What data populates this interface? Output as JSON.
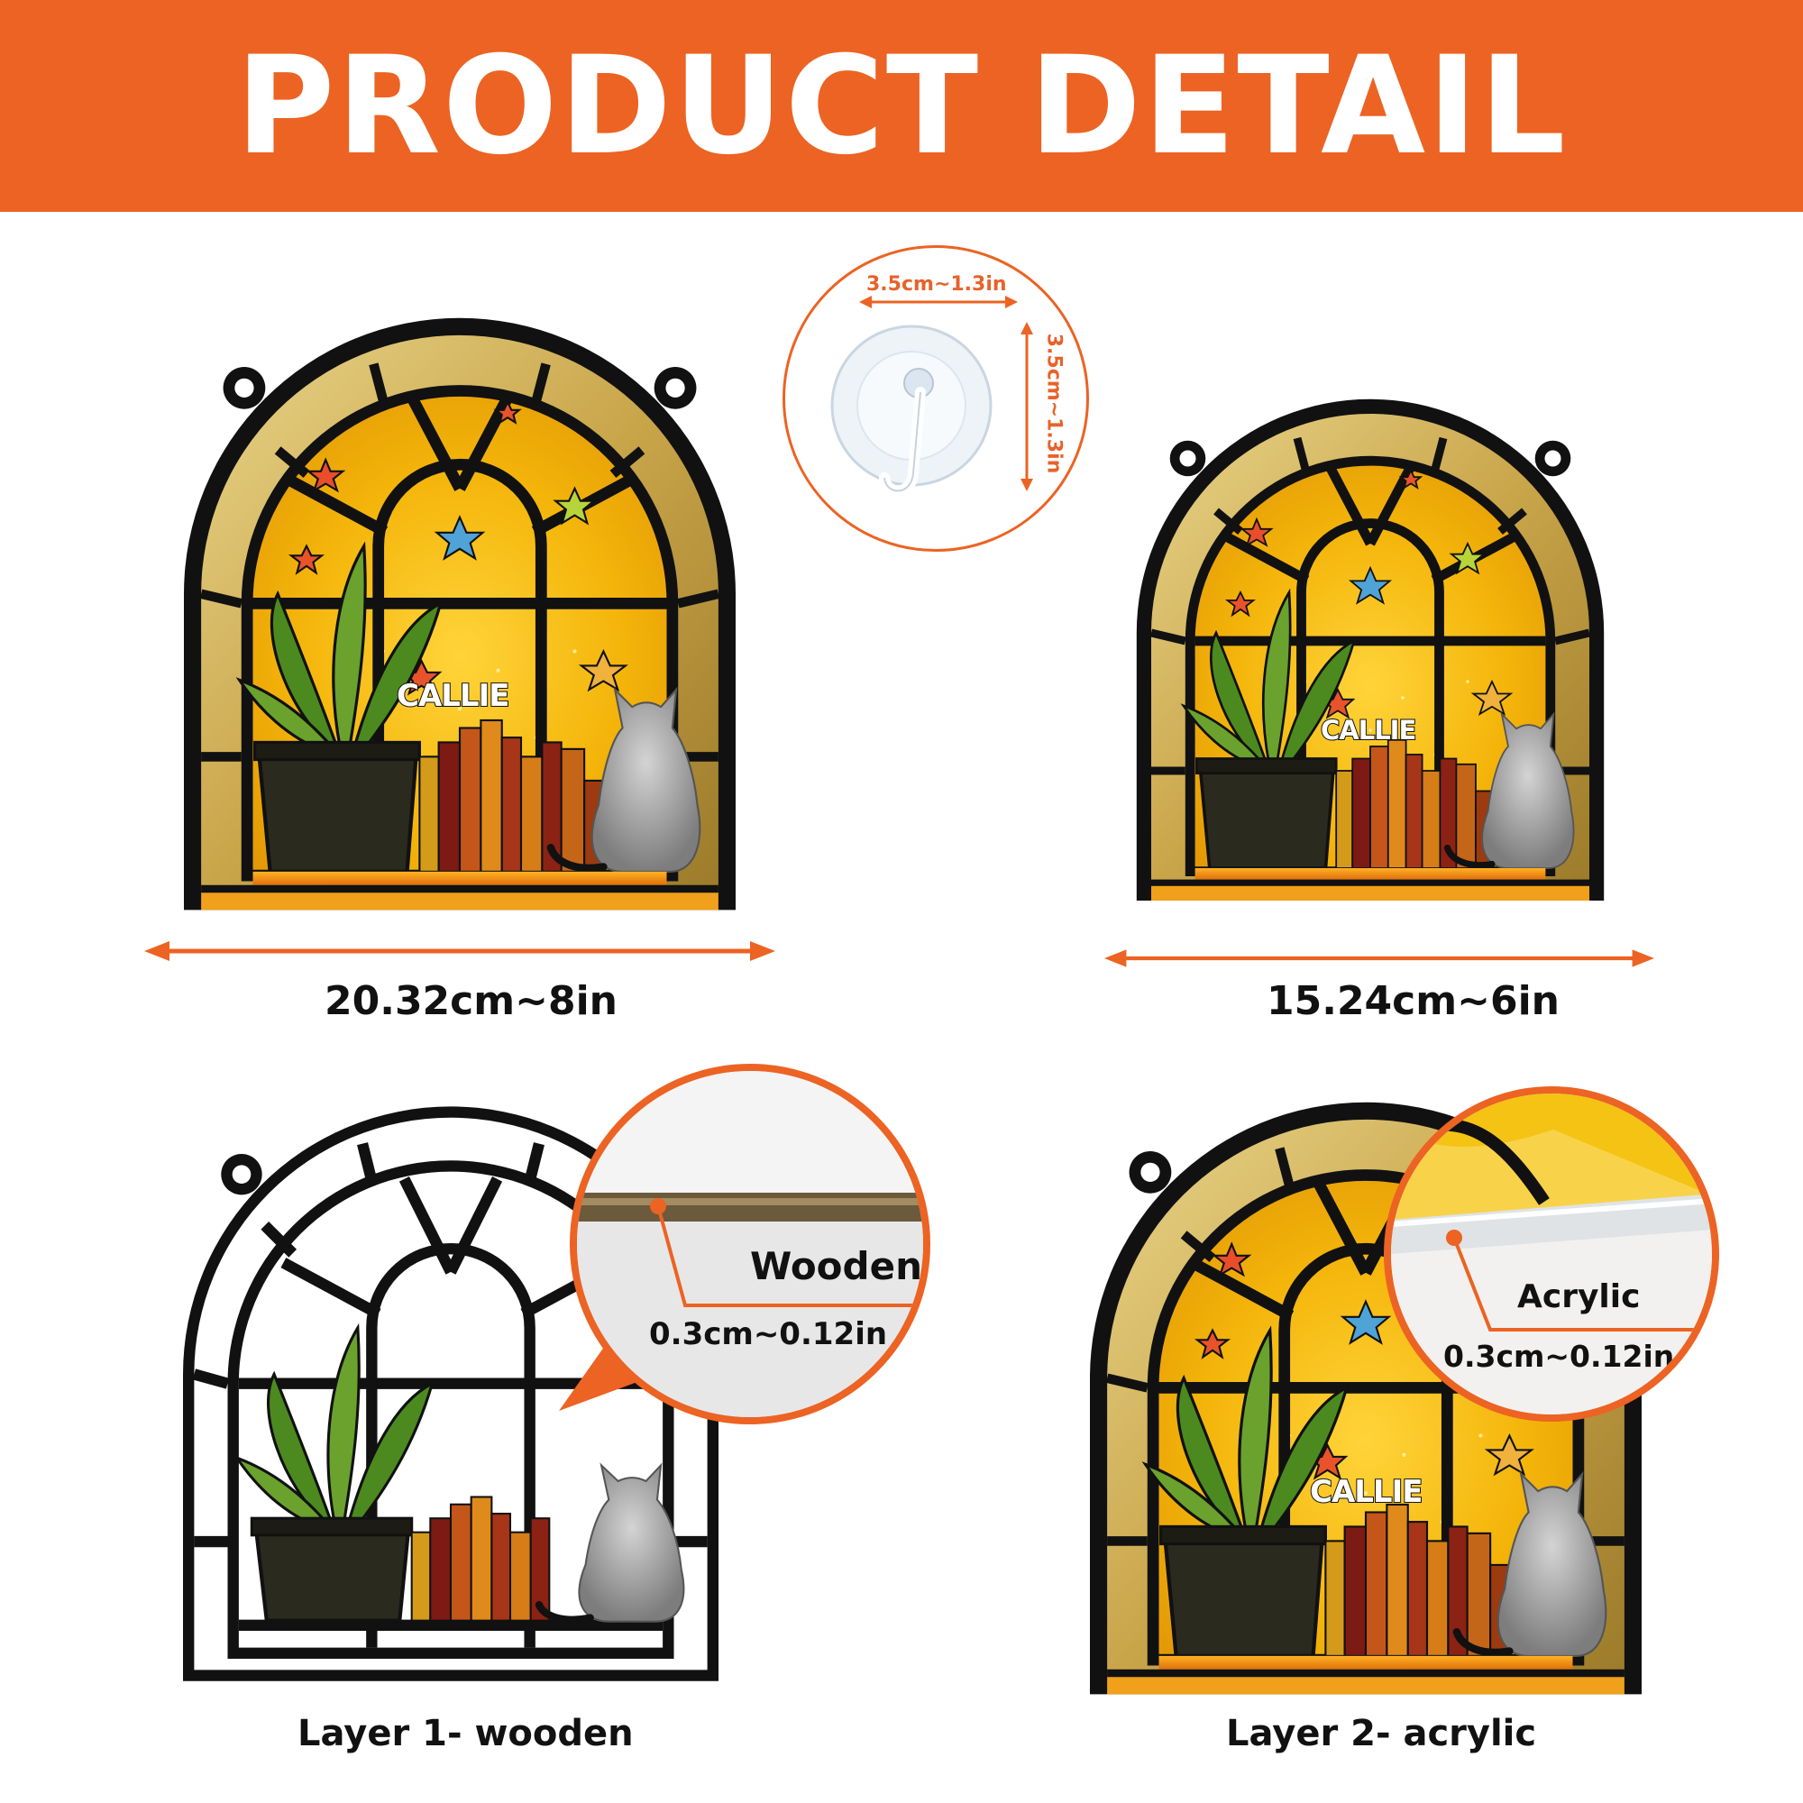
{
  "banner": {
    "title": "PRODUCT DETAIL"
  },
  "hook": {
    "width_label": "3.5cm~1.3in",
    "height_label": "3.5cm~1.3in"
  },
  "large_window": {
    "name": "CALLIE",
    "size_label": "20.32cm~8in"
  },
  "small_window": {
    "name": "CALLIE",
    "size_label": "15.24cm~6in"
  },
  "layer1": {
    "label": "Layer 1- wooden",
    "material": "Wooden",
    "thickness": "0.3cm~0.12in"
  },
  "layer2": {
    "label": "Layer 2- acrylic",
    "name": "CALLIE",
    "material": "Acrylic",
    "thickness": "0.3cm~0.12in"
  },
  "colors": {
    "accent": "#ec6323",
    "glass": "#f2b705",
    "frame": "#111111"
  }
}
